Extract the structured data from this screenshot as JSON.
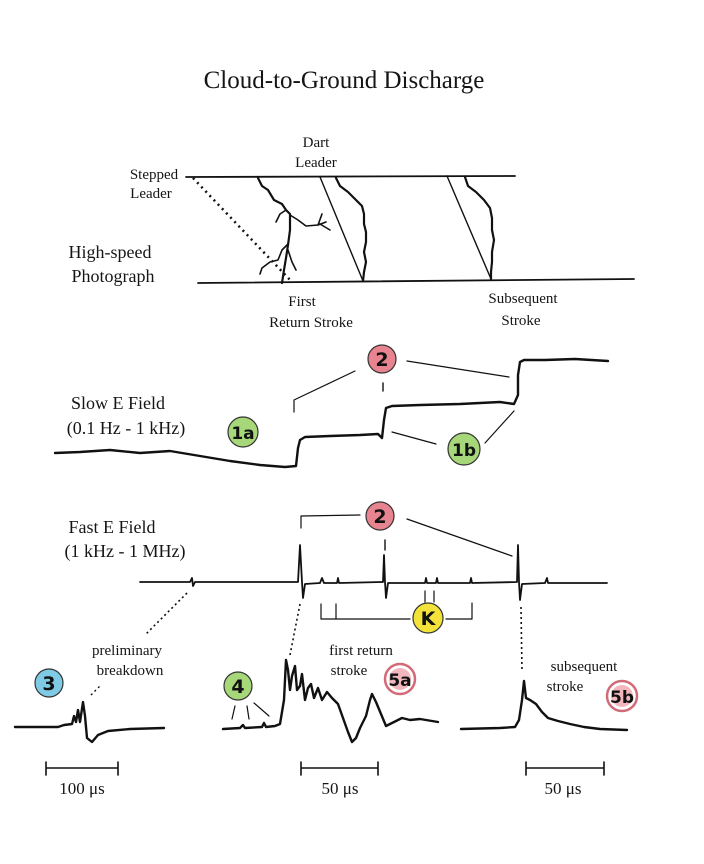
{
  "title": "Cloud-to-Ground Discharge",
  "photo": {
    "label_line1": "High-speed",
    "label_line2": "Photograph",
    "stepped_leader_line1": "Stepped",
    "stepped_leader_line2": "Leader",
    "dart_leader_line1": "Dart",
    "dart_leader_line2": "Leader",
    "first_return_line1": "First",
    "first_return_line2": "Return Stroke",
    "subsequent_line1": "Subsequent",
    "subsequent_line2": "Stroke"
  },
  "slow_field": {
    "label_line1": "Slow E Field",
    "label_line2": "(0.1 Hz - 1 kHz)",
    "marker_2": "2",
    "marker_1a": "1a",
    "marker_1b": "1b"
  },
  "fast_field": {
    "label_line1": "Fast E Field",
    "label_line2": "(1 kHz - 1 MHz)",
    "marker_2": "2",
    "marker_k": "K"
  },
  "details": {
    "preliminary_line1": "preliminary",
    "preliminary_line2": "breakdown",
    "marker_3": "3",
    "scale_1": "100 μs",
    "marker_4": "4",
    "first_return_line1": "first return",
    "first_return_line2": "stroke",
    "marker_5a": "5a",
    "scale_2": "50 μs",
    "subsequent_line1": "subsequent",
    "subsequent_line2": "stroke",
    "marker_5b": "5b",
    "scale_3": "50 μs"
  },
  "colors": {
    "marker_red": "#e8848f",
    "marker_green": "#a6d87a",
    "marker_blue": "#7fcbe6",
    "marker_yellow": "#f3e23a"
  }
}
